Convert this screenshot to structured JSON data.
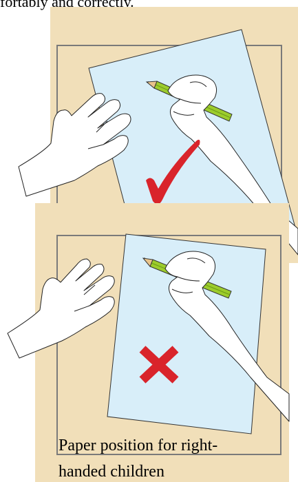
{
  "intro": {
    "fragment_text": "fortably and correctly."
  },
  "panels": [
    {
      "status": "correct",
      "status_mark": "check-mark",
      "mark_color": "#d9242b"
    },
    {
      "status": "incorrect",
      "status_mark": "cross-mark",
      "mark_color": "#d9242b"
    }
  ],
  "colors": {
    "panel_background": "#f1dfb9",
    "paper": "#d8eef9",
    "pencil": "#9ccc2c",
    "frame": "#7a7a7a",
    "mark": "#d9242b"
  },
  "caption": {
    "line1": "Paper position for right-",
    "line2": "handed children"
  }
}
